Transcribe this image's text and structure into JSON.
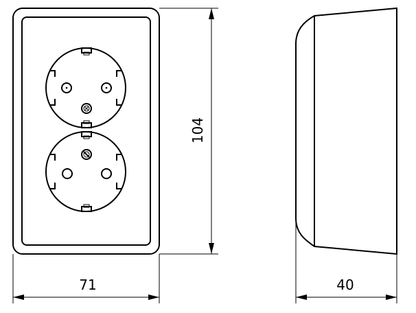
{
  "dimensions": {
    "width": "71",
    "height": "104",
    "depth": "40"
  }
}
